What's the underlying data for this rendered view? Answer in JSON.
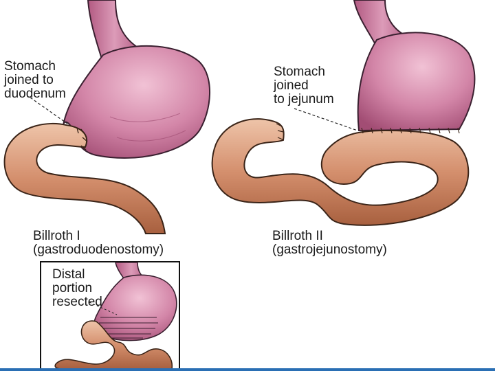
{
  "labels": {
    "bI_note": [
      "Stomach",
      "joined to",
      "duodenum"
    ],
    "bII_note": [
      "Stomach",
      "joined",
      "to jejunum"
    ],
    "bI_caption": [
      "Billroth I",
      "(gastroduodenostomy)"
    ],
    "bII_caption": [
      "Billroth II",
      "(gastrojejunostomy)"
    ],
    "inset_note": [
      "Distal",
      "portion",
      "resected"
    ]
  },
  "colors": {
    "stomach": "#c76f96",
    "stomach_light": "#e8a9c3",
    "stomach_outline": "#3a2030",
    "intestine": "#c98362",
    "intestine_light": "#e9b89a",
    "intestine_outline": "#3a2418",
    "accent_rule": "#2a6fb4"
  }
}
